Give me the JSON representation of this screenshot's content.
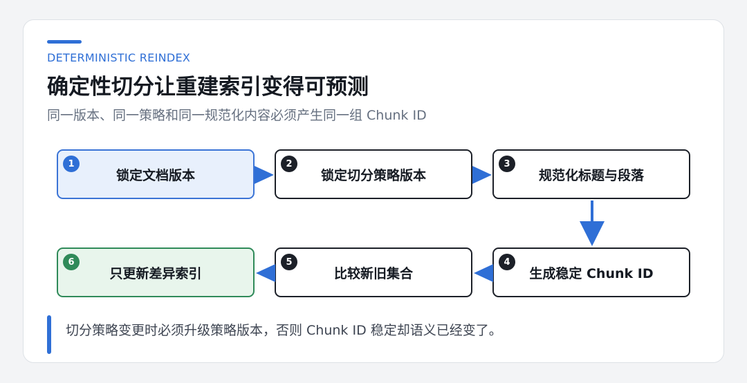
{
  "header": {
    "eyebrow": "DETERMINISTIC REINDEX",
    "title": "确定性切分让重建索引变得可预测",
    "subtitle": "同一版本、同一策略和同一规范化内容必须产生同一组 Chunk ID"
  },
  "steps": [
    {
      "number": "1",
      "label": "锁定文档版本"
    },
    {
      "number": "2",
      "label": "锁定切分策略版本"
    },
    {
      "number": "3",
      "label": "规范化标题与段落"
    },
    {
      "number": "4",
      "label": "生成稳定 Chunk ID"
    },
    {
      "number": "5",
      "label": "比较新旧集合"
    },
    {
      "number": "6",
      "label": "只更新差异索引"
    }
  ],
  "note": "切分策略变更时必须升级策略版本，否则 Chunk ID 稳定却语义已经变了。",
  "colors": {
    "accent": "#2f6fd6",
    "start_fill": "#e8f0fc",
    "end_fill": "#e8f5ec",
    "end_accent": "#2f8a59",
    "dark": "#1c2028"
  }
}
